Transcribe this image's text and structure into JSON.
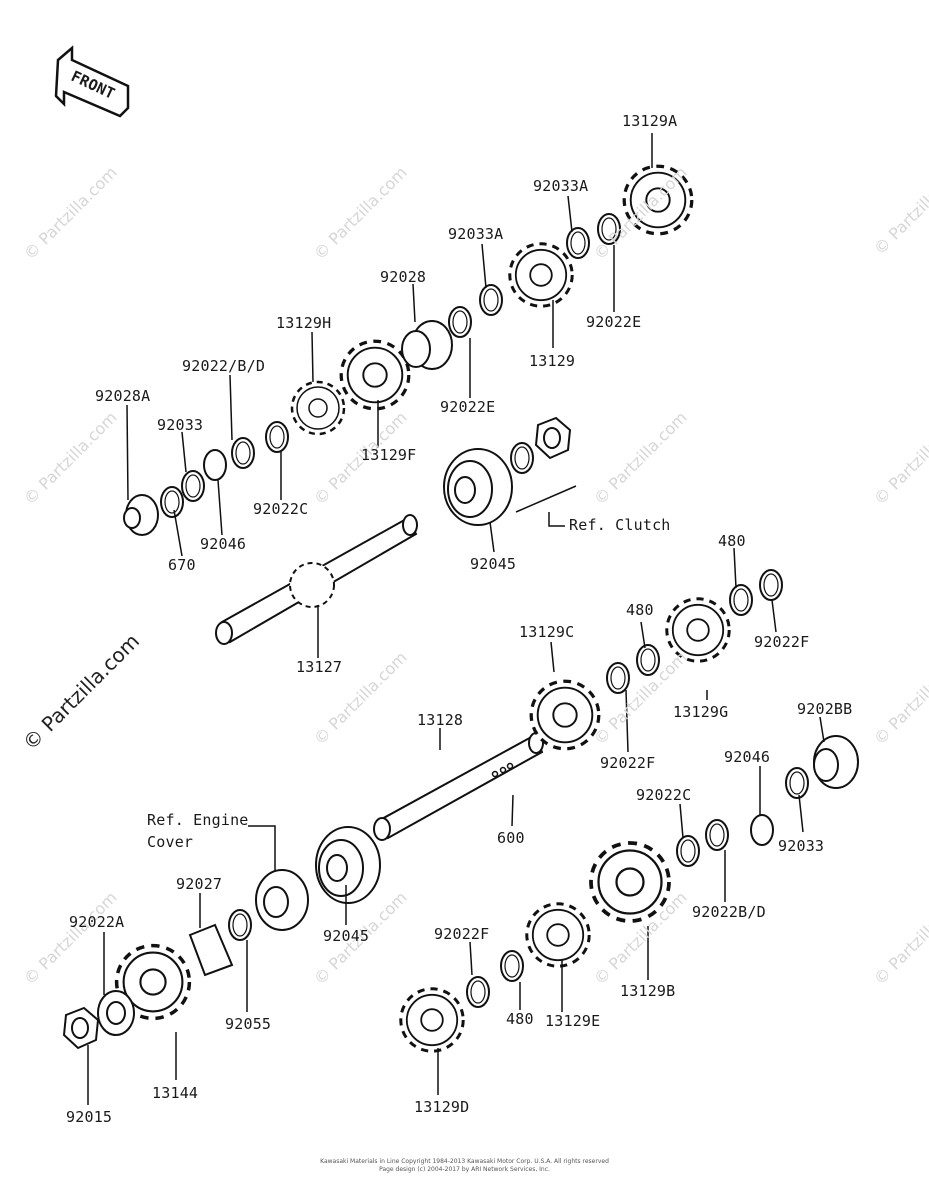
{
  "front_arrow_label": "FRONT",
  "watermark": "© Partzilla.com",
  "copyright_line1": "Kawasaki Materials in Line Copyright 1984-2013 Kawasaki Motor Corp. U.S.A. All rights reserved",
  "copyright_line2": "Page design (c) 2004-2017 by ARI Network Services, Inc.",
  "ref_clutch": "Ref. Clutch",
  "ref_engine_cover_1": "Ref. Engine",
  "ref_engine_cover_2": "Cover",
  "parts": [
    {
      "id": "p13129A",
      "label": "13129A"
    },
    {
      "id": "p92033A_1",
      "label": "92033A"
    },
    {
      "id": "p92033A_2",
      "label": "92033A"
    },
    {
      "id": "p92028",
      "label": "92028"
    },
    {
      "id": "p13129H",
      "label": "13129H"
    },
    {
      "id": "p92022BD_1",
      "label": "92022/B/D"
    },
    {
      "id": "p92028A",
      "label": "92028A"
    },
    {
      "id": "p92033_1",
      "label": "92033"
    },
    {
      "id": "p92022E_1",
      "label": "92022E"
    },
    {
      "id": "p13129",
      "label": "13129"
    },
    {
      "id": "p92022E_2",
      "label": "92022E"
    },
    {
      "id": "p13129F",
      "label": "13129F"
    },
    {
      "id": "p92022C_1",
      "label": "92022C"
    },
    {
      "id": "p92046_1",
      "label": "92046"
    },
    {
      "id": "p670",
      "label": "670"
    },
    {
      "id": "p92045_1",
      "label": "92045"
    },
    {
      "id": "p13127",
      "label": "13127"
    },
    {
      "id": "p480_1",
      "label": "480"
    },
    {
      "id": "p480_2",
      "label": "480"
    },
    {
      "id": "p92022F_1",
      "label": "92022F"
    },
    {
      "id": "p13129C",
      "label": "13129C"
    },
    {
      "id": "p13129G",
      "label": "13129G"
    },
    {
      "id": "p92028B",
      "label": "9202BB"
    },
    {
      "id": "p13128",
      "label": "13128"
    },
    {
      "id": "p92022F_2",
      "label": "92022F"
    },
    {
      "id": "p92046_2",
      "label": "92046"
    },
    {
      "id": "p600",
      "label": "600"
    },
    {
      "id": "p92022C_2",
      "label": "92022C"
    },
    {
      "id": "p92033_2",
      "label": "92033"
    },
    {
      "id": "p92027",
      "label": "92027"
    },
    {
      "id": "p92045_2",
      "label": "92045"
    },
    {
      "id": "p92022BD_2",
      "label": "92022B/D"
    },
    {
      "id": "p92022A",
      "label": "92022A"
    },
    {
      "id": "p92055",
      "label": "92055"
    },
    {
      "id": "p92022F_3",
      "label": "92022F"
    },
    {
      "id": "p480_3",
      "label": "480"
    },
    {
      "id": "p13129B",
      "label": "13129B"
    },
    {
      "id": "p13129E",
      "label": "13129E"
    },
    {
      "id": "p13144",
      "label": "13144"
    },
    {
      "id": "p13129D",
      "label": "13129D"
    },
    {
      "id": "p92015",
      "label": "92015"
    }
  ]
}
